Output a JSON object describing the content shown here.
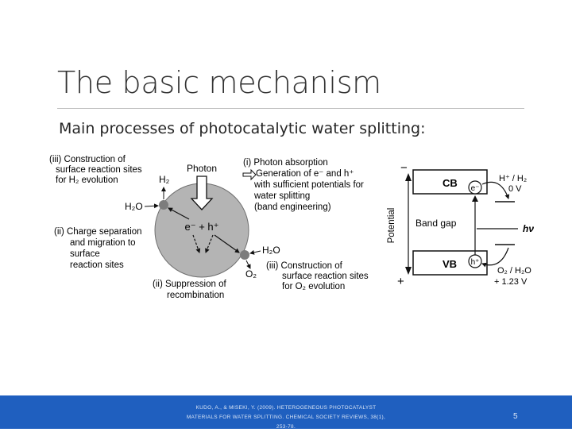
{
  "slide": {
    "title": "The basic mechanism",
    "subtitle": "Main processes of photocatalytic water splitting:",
    "page_number": "5"
  },
  "citation": {
    "lines": [
      "KUDO, A., & MISEKI, Y. (2009). HETEROGENEOUS PHOTOCATALYST",
      "MATERIALS FOR WATER SPLITTING. CHEMICAL SOCIETY REVIEWS, 38(1),",
      "253-78."
    ]
  },
  "diagram_left": {
    "step_iii_h2": [
      "(iii) Construction of",
      "surface reaction sites",
      "for H₂ evolution"
    ],
    "step_i": [
      "(i) Photon absorption",
      "Generation of e⁻ and h⁺",
      "with sufficient potentials for",
      "water splitting",
      "(band engineering)"
    ],
    "step_ii_charge": [
      "(ii) Charge separation",
      "and migration to",
      "surface",
      "reaction sites"
    ],
    "step_iii_o2": [
      "(iii) Construction of",
      "surface reaction sites",
      "for O₂ evolution"
    ],
    "step_ii_supp": [
      "(ii) Suppression of",
      "recombination"
    ],
    "photon_label": "Photon",
    "h2_label": "H₂",
    "h2o_left": "H₂O",
    "h2o_right": "H₂O",
    "o2_label": "O₂",
    "pair_label": "e⁻ + h⁺"
  },
  "diagram_right": {
    "axis_label": "Potential",
    "minus_label": "−",
    "plus_label": "+",
    "cb_label": "CB",
    "vb_label": "VB",
    "electron_label": "e⁻",
    "hole_label": "h⁺",
    "band_gap_label": "Band gap",
    "hv_label": "hν",
    "h_redox": "H⁺ / H₂",
    "h_potential": "0 V",
    "o_redox": "O₂ / H₂O",
    "o_potential": "+ 1.23 V"
  },
  "colors": {
    "footer": "#1f5fbf",
    "title": "#333333",
    "particle": "#b4b4b4",
    "site": "#7c7c7c"
  }
}
